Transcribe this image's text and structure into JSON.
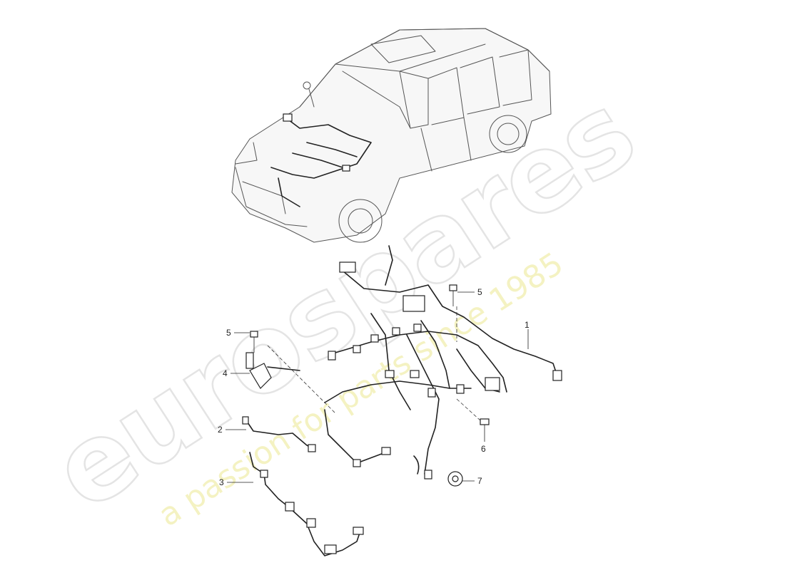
{
  "diagram": {
    "title": "",
    "callouts": [
      {
        "id": "c1",
        "label": "1"
      },
      {
        "id": "c2",
        "label": "2"
      },
      {
        "id": "c3",
        "label": "3"
      },
      {
        "id": "c4",
        "label": "4"
      },
      {
        "id": "c5a",
        "label": "5"
      },
      {
        "id": "c5b",
        "label": "5"
      },
      {
        "id": "c6",
        "label": "6"
      },
      {
        "id": "c7",
        "label": "7"
      }
    ],
    "watermark": {
      "main": "eurospares",
      "sub": "a passion for parts since 1985"
    }
  }
}
